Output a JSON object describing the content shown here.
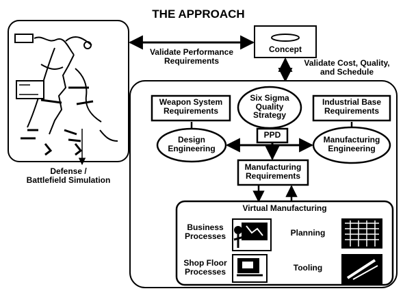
{
  "title": "THE APPROACH",
  "nodes": {
    "concept": "Concept",
    "simulation": [
      "Defense /",
      "Battlefield Simulation"
    ],
    "weapon_system": [
      "Weapon System",
      "Requirements"
    ],
    "six_sigma": [
      "Six Sigma",
      "Quality",
      "Strategy"
    ],
    "industrial_base": [
      "Industrial Base",
      "Requirements"
    ],
    "design_engineering": [
      "Design",
      "Engineering"
    ],
    "ppd": "PPD",
    "manufacturing_engineering": [
      "Manufacturing",
      "Engineering"
    ],
    "manufacturing_requirements": [
      "Manufacturing",
      "Requirements"
    ],
    "virtual_manufacturing": "Virtual Manufacturing",
    "business_processes": [
      "Business",
      "Processes"
    ],
    "planning": "Planning",
    "shop_floor_processes": [
      "Shop Floor",
      "Processes"
    ],
    "tooling": "Tooling"
  },
  "edges": {
    "validate_performance": [
      "Validate Performance",
      "Requirements"
    ],
    "validate_cost": [
      "Validate Cost, Quality,",
      "and Schedule"
    ]
  }
}
